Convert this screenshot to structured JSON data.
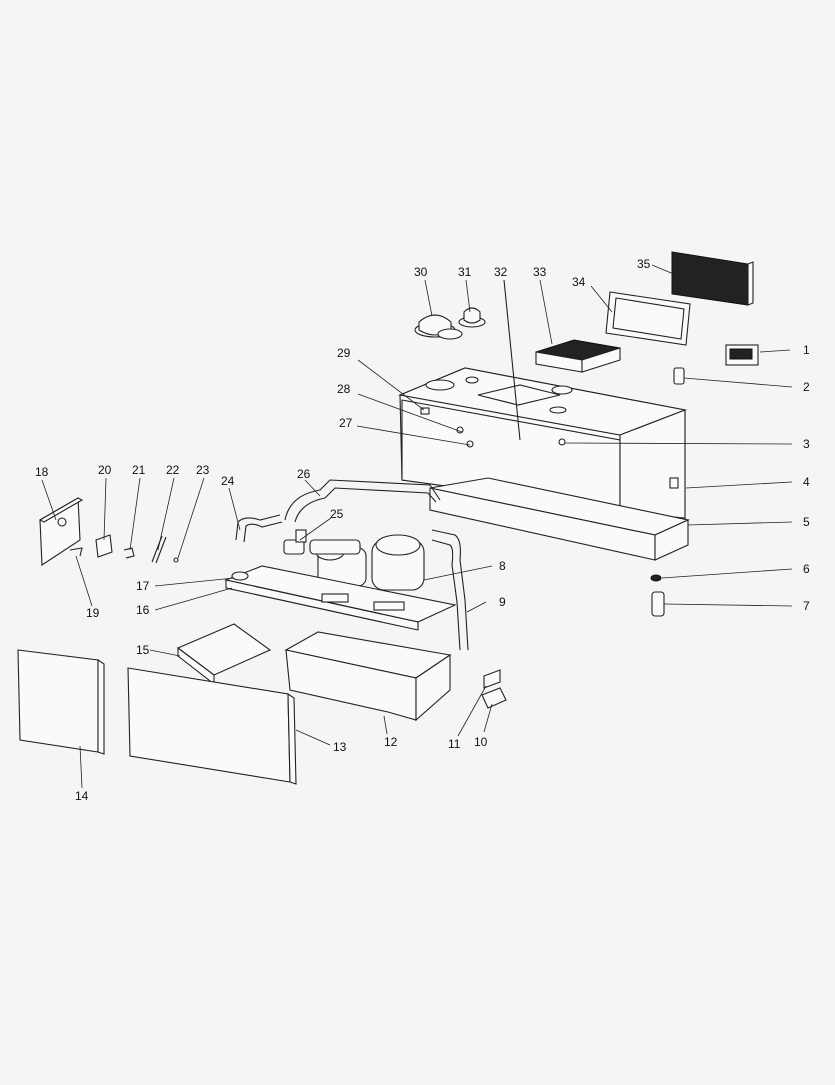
{
  "callouts": [
    {
      "n": "1"
    },
    {
      "n": "2"
    },
    {
      "n": "3"
    },
    {
      "n": "4"
    },
    {
      "n": "5"
    },
    {
      "n": "6"
    },
    {
      "n": "7"
    },
    {
      "n": "8"
    },
    {
      "n": "9"
    },
    {
      "n": "10"
    },
    {
      "n": "11"
    },
    {
      "n": "12"
    },
    {
      "n": "13"
    },
    {
      "n": "14"
    },
    {
      "n": "15"
    },
    {
      "n": "16"
    },
    {
      "n": "17"
    },
    {
      "n": "18"
    },
    {
      "n": "19"
    },
    {
      "n": "20"
    },
    {
      "n": "21"
    },
    {
      "n": "22"
    },
    {
      "n": "23"
    },
    {
      "n": "24"
    },
    {
      "n": "25"
    },
    {
      "n": "26"
    },
    {
      "n": "27"
    },
    {
      "n": "28"
    },
    {
      "n": "29"
    },
    {
      "n": "30"
    },
    {
      "n": "31"
    },
    {
      "n": "32"
    },
    {
      "n": "33"
    },
    {
      "n": "34"
    },
    {
      "n": "35"
    }
  ],
  "colors": {
    "background": "#f5f5f5",
    "line": "#222222"
  }
}
